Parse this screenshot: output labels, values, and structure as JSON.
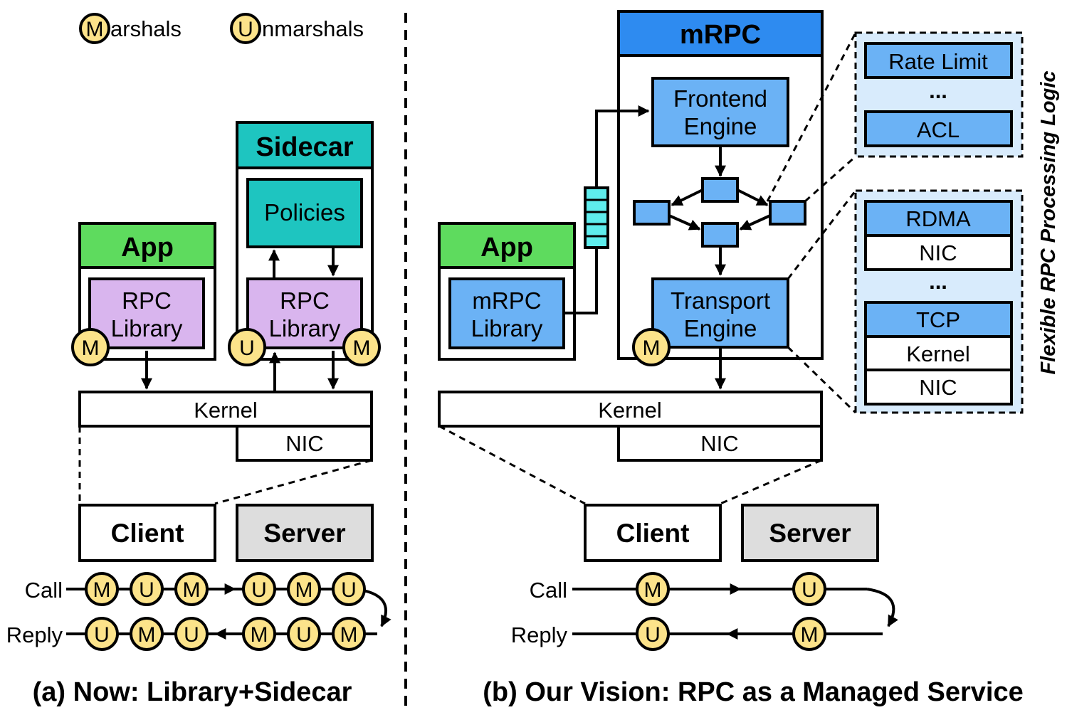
{
  "legend": {
    "marshal_letter": "M",
    "marshal_rest": "arshals",
    "unmarshal_letter": "U",
    "unmarshal_rest": "nmarshals"
  },
  "markers": {
    "m": "M",
    "u": "U"
  },
  "left": {
    "sidecar_title": "Sidecar",
    "policies": "Policies",
    "app_title": "App",
    "rpc_library_line1": "RPC",
    "rpc_library_line2": "Library",
    "kernel": "Kernel",
    "nic": "NIC",
    "client": "Client",
    "server": "Server",
    "call_label": "Call",
    "reply_label": "Reply",
    "call_markers": [
      "M",
      "U",
      "M",
      "U",
      "M",
      "U"
    ],
    "reply_markers": [
      "U",
      "M",
      "U",
      "M",
      "U",
      "M"
    ],
    "caption": "(a) Now: Library+Sidecar"
  },
  "right": {
    "mrpc_title": "mRPC",
    "frontend_line1": "Frontend",
    "frontend_line2": "Engine",
    "transport_line1": "Transport",
    "transport_line2": "Engine",
    "app_title": "App",
    "mrpc_library_line1": "mRPC",
    "mrpc_library_line2": "Library",
    "kernel": "Kernel",
    "nic": "NIC",
    "client": "Client",
    "server": "Server",
    "call_label": "Call",
    "reply_label": "Reply",
    "call_markers": [
      "M",
      "U"
    ],
    "reply_markers": [
      "U",
      "M"
    ],
    "caption": "(b) Our Vision: RPC as a Managed Service"
  },
  "policy_panel": {
    "rate_limit": "Rate Limit",
    "dots": "...",
    "acl": "ACL"
  },
  "transport_panel": {
    "rdma": "RDMA",
    "nic1": "NIC",
    "dots": "...",
    "tcp": "TCP",
    "kernel": "Kernel",
    "nic2": "NIC"
  },
  "side_label": "Flexible RPC Processing Logic",
  "colors": {
    "app_green": "#5EDB5E",
    "sidecar_teal": "#1EC5C0",
    "rpc_lavender": "#D9B5EE",
    "engine_blue": "#6BB2F5",
    "mrpc_header_blue": "#2E8BF0",
    "marker_yellow": "#FCE38A",
    "server_gray": "#DDDDDD",
    "panel_bg": "#D8EBFC",
    "queue_cyan": "#5EEDED"
  }
}
